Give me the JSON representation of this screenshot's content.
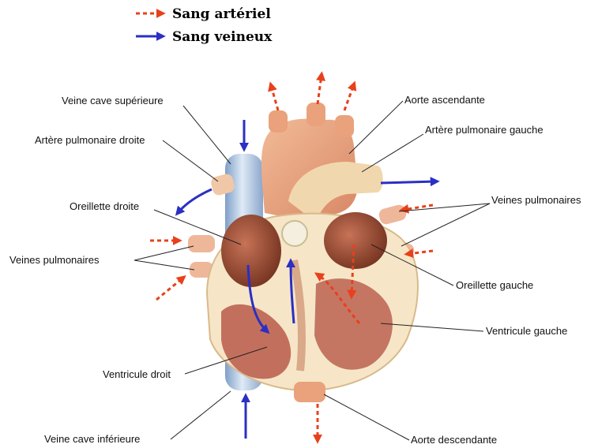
{
  "colors": {
    "arterial": "#e8401c",
    "venous": "#2b2fc4",
    "aorta": "#e9a27c",
    "vena_cava": "#a9c4e4",
    "atrium": "#9a4a2f",
    "tissue": "#f6e6c7",
    "muscle": "#b85a4a"
  },
  "legend": {
    "arterial_label": "Sang artériel",
    "venous_label": "Sang veineux"
  },
  "labels": {
    "veine_cave_sup": "Veine cave supérieure",
    "artere_pulm_droite": "Artère pulmonaire droite",
    "oreillette_droite": "Oreillette droite",
    "veines_pulm_left": "Veines pulmonaires",
    "ventricule_droit": "Ventricule droit",
    "veine_cave_inf": "Veine cave inférieure",
    "aorte_ascendante": "Aorte ascendante",
    "artere_pulm_gauche": "Artère pulmonaire gauche",
    "veines_pulm_right": "Veines pulmonaires",
    "oreillette_gauche": "Oreillette gauche",
    "ventricule_gauche": "Ventricule gauche",
    "aorte_descendante": "Aorte descendante"
  }
}
